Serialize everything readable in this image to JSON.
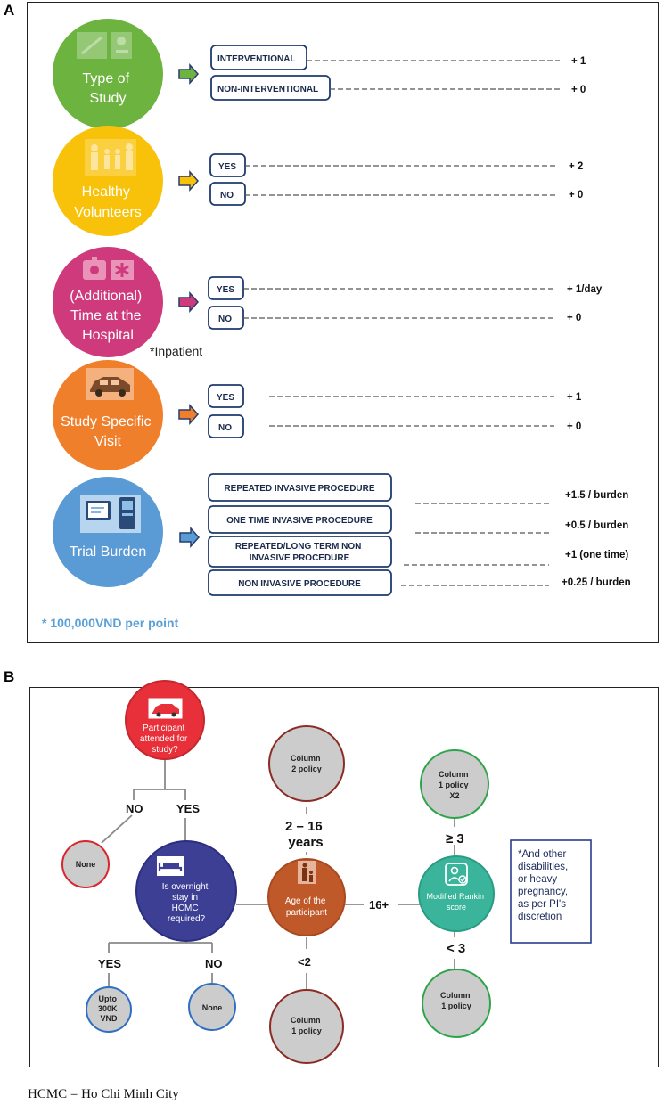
{
  "panel_a": {
    "label": "A",
    "categories": [
      {
        "lines": [
          "Type of",
          "Study"
        ],
        "color": "#6db33f",
        "icon": "syringe-microscope-icon",
        "options": [
          {
            "label": "INTERVENTIONAL",
            "score": "+ 1"
          },
          {
            "label": "NON-INTERVENTIONAL",
            "score": "+ 0"
          }
        ]
      },
      {
        "lines": [
          "Healthy",
          "Volunteers"
        ],
        "color": "#f9c20a",
        "icon": "family-icon",
        "options": [
          {
            "label": "YES",
            "score": "+ 2"
          },
          {
            "label": "NO",
            "score": "+ 0"
          }
        ]
      },
      {
        "lines": [
          "(Additional)",
          "Time at the",
          "Hospital"
        ],
        "color": "#cf3a7d",
        "icon": "medical-kit-icon",
        "note": "*Inpatient",
        "options": [
          {
            "label": "YES",
            "score": "+ 1/day"
          },
          {
            "label": "NO",
            "score": "+ 0"
          }
        ]
      },
      {
        "lines": [
          "Study Specific",
          "Visit"
        ],
        "color": "#f07f2c",
        "icon": "car-icon",
        "options": [
          {
            "label": "YES",
            "score": "+ 1"
          },
          {
            "label": "NO",
            "score": "+ 0"
          }
        ]
      },
      {
        "lines": [
          "Trial Burden"
        ],
        "color": "#5b9bd5",
        "icon": "tablet-device-icon",
        "options": [
          {
            "lines": [
              "REPEATED INVASIVE PROCEDURE"
            ],
            "score": "+1.5 / burden"
          },
          {
            "lines": [
              "ONE TIME INVASIVE PROCEDURE"
            ],
            "score": "+0.5 / burden"
          },
          {
            "lines": [
              "REPEATED/LONG TERM NON",
              "INVASIVE PROCEDURE"
            ],
            "score": "+1 (one time)"
          },
          {
            "lines": [
              "NON INVASIVE PROCEDURE"
            ],
            "score": "+0.25 / burden"
          }
        ]
      }
    ],
    "footnote": "* 100,000VND per point"
  },
  "panel_b": {
    "label": "B",
    "nodes": {
      "attended": [
        "Participant",
        "attended for",
        "study?"
      ],
      "none_left": [
        "None"
      ],
      "overnight": [
        "Is overnight",
        "stay in",
        "HCMC",
        "required?"
      ],
      "upto": [
        "Upto",
        "300K",
        "VND"
      ],
      "none_right": [
        "None"
      ],
      "col2": [
        "Column",
        "2 policy"
      ],
      "age": [
        "Age of the",
        "participant"
      ],
      "col1_bottom": [
        "Column",
        "1 policy"
      ],
      "col1x2": [
        "Column",
        "1 policy",
        "X2"
      ],
      "rankin": [
        "Modified Rankin",
        "score"
      ],
      "col1_right": [
        "Column",
        "1 policy"
      ]
    },
    "edges": {
      "no": "NO",
      "yes": "YES",
      "yes2": "YES",
      "no2": "NO",
      "age_range": [
        "2 – 16",
        "years"
      ],
      "under2": "<2",
      "sixteen_plus": "16+",
      "ge3": "≥ 3",
      "lt3": "< 3"
    },
    "side_note": [
      "*And other",
      "disabilities,",
      "or heavy",
      "pregnancy,",
      "as per PI's",
      "discretion"
    ],
    "abbreviation": "HCMC = Ho Chi Minh City"
  }
}
